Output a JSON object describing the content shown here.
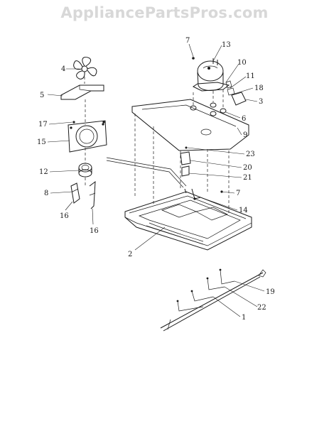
{
  "watermark": "AppliancePartsPros.com",
  "callouts": [
    {
      "id": "c1",
      "label": "1"
    },
    {
      "id": "c2",
      "label": "2"
    },
    {
      "id": "c3",
      "label": "3"
    },
    {
      "id": "c4",
      "label": "4"
    },
    {
      "id": "c5",
      "label": "5"
    },
    {
      "id": "c6",
      "label": "6"
    },
    {
      "id": "c7a",
      "label": "7"
    },
    {
      "id": "c7b",
      "label": "7"
    },
    {
      "id": "c8",
      "label": "8"
    },
    {
      "id": "c9",
      "label": "9"
    },
    {
      "id": "c10",
      "label": "10"
    },
    {
      "id": "c11",
      "label": "11"
    },
    {
      "id": "c12",
      "label": "12"
    },
    {
      "id": "c13",
      "label": "13"
    },
    {
      "id": "c14",
      "label": "14"
    },
    {
      "id": "c15",
      "label": "15"
    },
    {
      "id": "c16a",
      "label": "16"
    },
    {
      "id": "c16b",
      "label": "16"
    },
    {
      "id": "c17",
      "label": "17"
    },
    {
      "id": "c18",
      "label": "18"
    },
    {
      "id": "c19",
      "label": "19"
    },
    {
      "id": "c20",
      "label": "20"
    },
    {
      "id": "c21",
      "label": "21"
    },
    {
      "id": "c22",
      "label": "22"
    },
    {
      "id": "c23",
      "label": "23"
    }
  ]
}
